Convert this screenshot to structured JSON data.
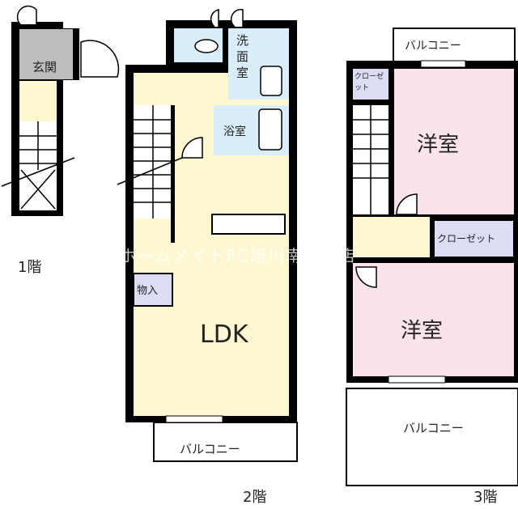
{
  "floors": {
    "f1": {
      "label": "1階",
      "rooms": {
        "entrance": "玄関"
      }
    },
    "f2": {
      "label": "2階",
      "rooms": {
        "washroom": "洗面室",
        "bath": "浴室",
        "storage": "物入",
        "ldk": "LDK",
        "balcony": "バルコニー"
      }
    },
    "f3": {
      "label": "3階",
      "rooms": {
        "closet_small": "クローゼット",
        "western_top": "洋室",
        "closet": "クローゼット",
        "western_bottom": "洋室",
        "balcony_top": "バルコニー",
        "balcony_bottom": "バルコニー"
      }
    }
  },
  "watermark": "ホームメイトFC旭川南大通店",
  "colors": {
    "wall": "#000000",
    "ldk": "#fdf8d2",
    "western": "#fbe3ec",
    "wet": "#d9eefa",
    "entrance": "#bdbdbd",
    "closet": "#dcdcf5"
  }
}
